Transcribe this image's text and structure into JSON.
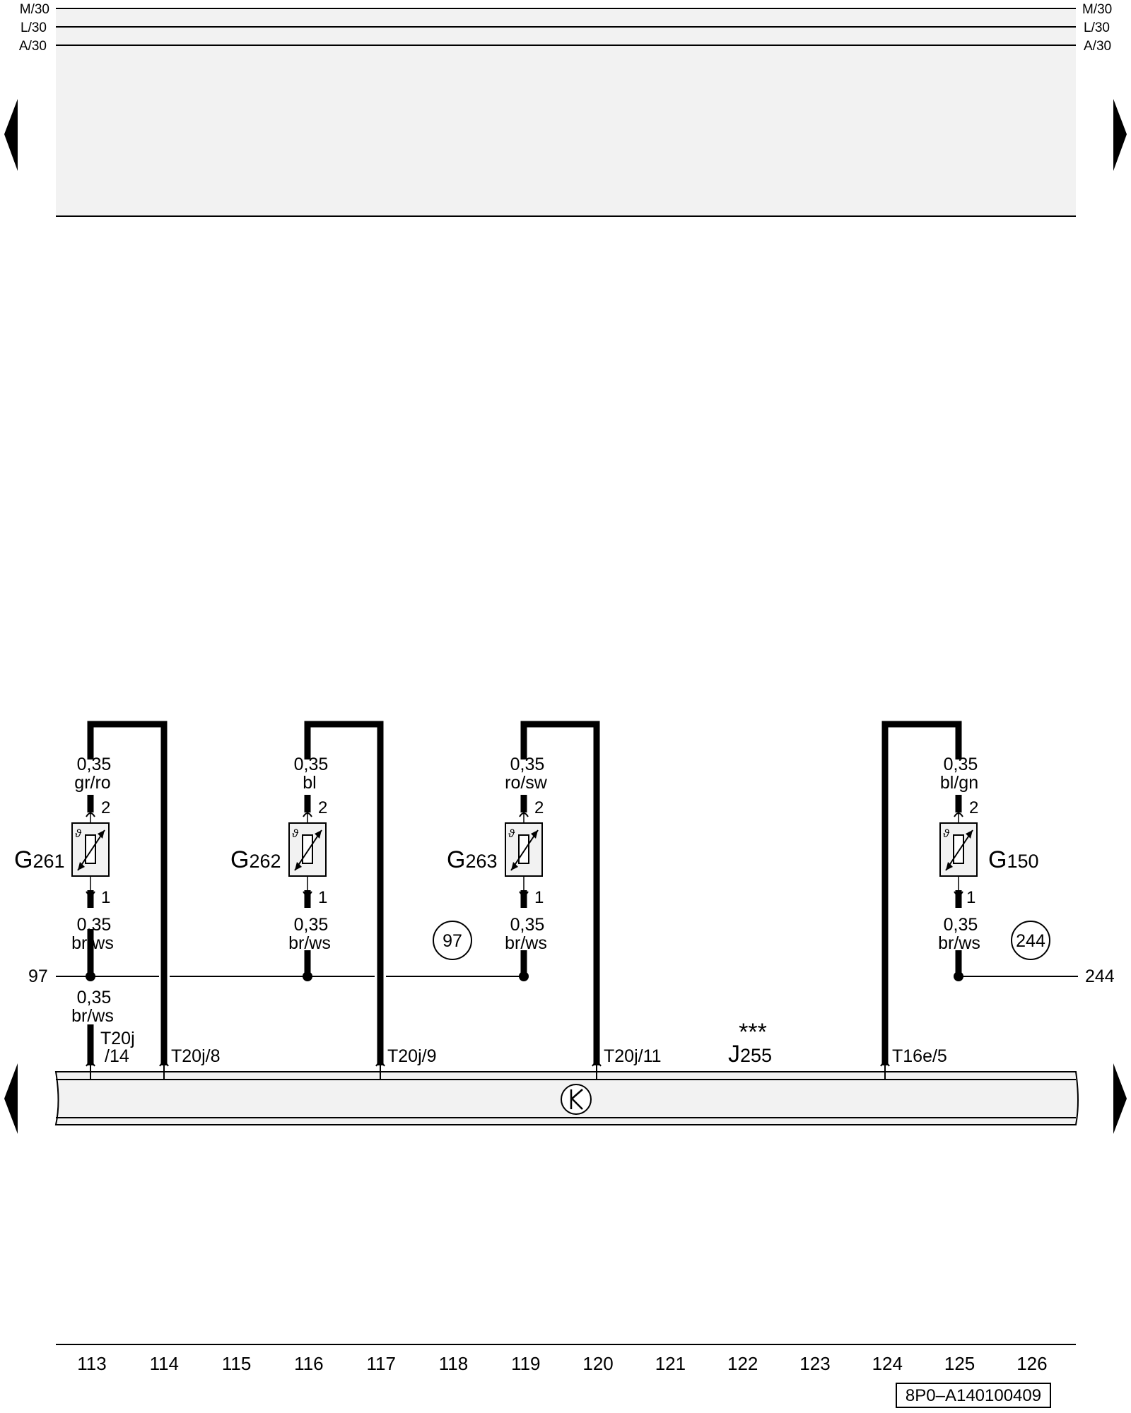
{
  "rails": [
    {
      "left": "M/30",
      "right": "M/30"
    },
    {
      "left": "L/30",
      "right": "L/30"
    },
    {
      "left": "A/30",
      "right": "A/30"
    }
  ],
  "sensors": [
    {
      "name": "G",
      "number": "261",
      "wire_top": [
        "0,35",
        "gr/ro"
      ],
      "wire_bottom": [
        "0,35",
        "br/ws"
      ],
      "pin_top": "2",
      "pin_bottom": "1",
      "connector": "T20j/8"
    },
    {
      "name": "G",
      "number": "262",
      "wire_top": [
        "0,35",
        "bl"
      ],
      "wire_bottom": [
        "0,35",
        "br/ws"
      ],
      "pin_top": "2",
      "pin_bottom": "1",
      "connector": "T20j/9"
    },
    {
      "name": "G",
      "number": "263",
      "wire_top": [
        "0,35",
        "ro/sw"
      ],
      "wire_bottom": [
        "0,35",
        "br/ws"
      ],
      "pin_top": "2",
      "pin_bottom": "1",
      "connector": "T20j/11"
    },
    {
      "name": "G",
      "number": "150",
      "wire_top": [
        "0,35",
        "bl/gn"
      ],
      "wire_bottom": [
        "0,35",
        "br/ws"
      ],
      "pin_top": "2",
      "pin_bottom": "1",
      "connector": "T16e/5"
    }
  ],
  "ground_wire": {
    "size": "0,35",
    "color": "br/ws",
    "connector_line1": "T20j",
    "connector_line2": "/14"
  },
  "references": {
    "left": "97",
    "right": "244",
    "circle_left": "97",
    "circle_right": "244"
  },
  "control_unit": {
    "stars": "***",
    "name": "J",
    "number": "255"
  },
  "track_numbers": [
    "113",
    "114",
    "115",
    "116",
    "117",
    "118",
    "119",
    "120",
    "121",
    "122",
    "123",
    "124",
    "125",
    "126"
  ],
  "doc_ref": "8P0–A140100409",
  "colors": {
    "line": "#000000",
    "fill": "#f2f2f2"
  }
}
